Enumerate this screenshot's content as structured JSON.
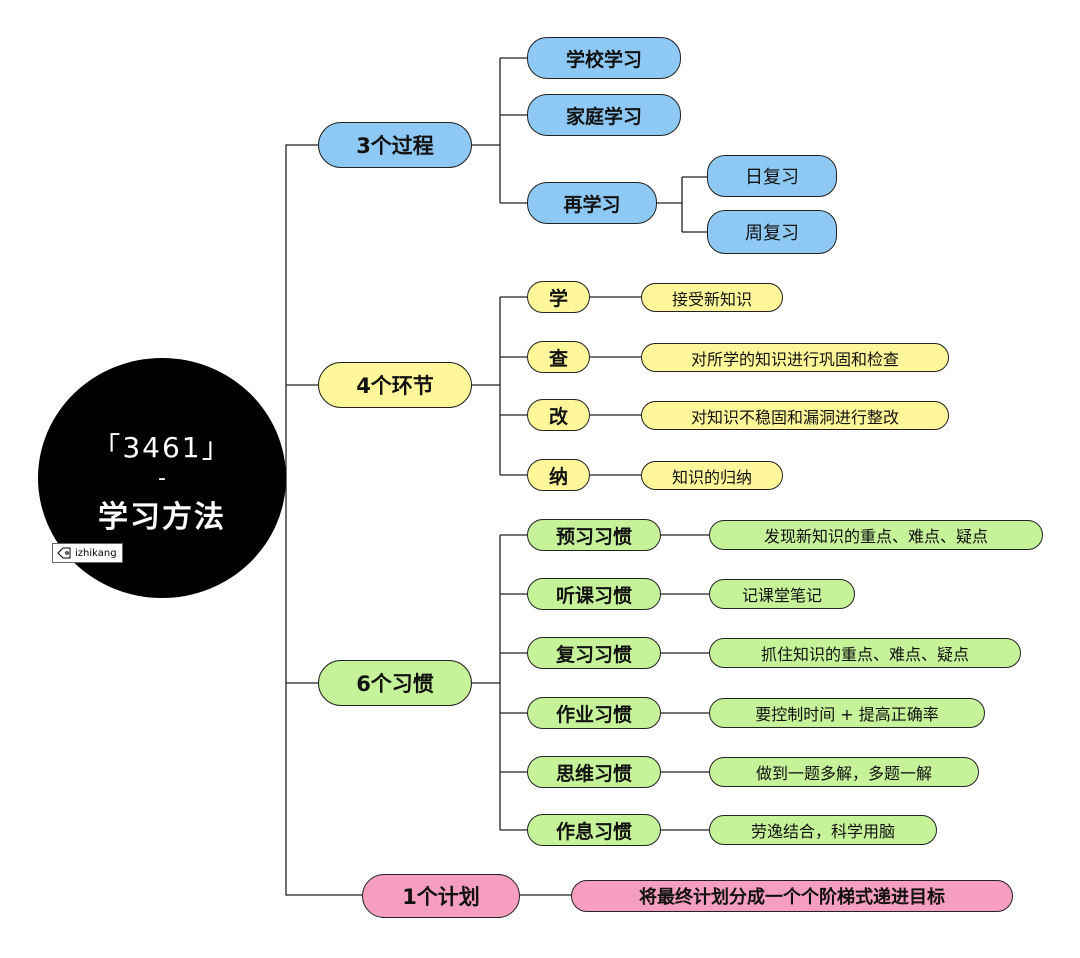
{
  "root": {
    "line1": "「3461」",
    "line2": "-",
    "line3": "学习方法",
    "tag": "izhikang"
  },
  "process": {
    "label": "3个过程",
    "school": "学校学习",
    "home": "家庭学习",
    "relearn": {
      "label": "再学习",
      "daily": "日复习",
      "weekly": "周复习"
    }
  },
  "steps": {
    "label": "4个环节",
    "items": [
      {
        "key": "学",
        "desc": "接受新知识"
      },
      {
        "key": "查",
        "desc": "对所学的知识进行巩固和检查"
      },
      {
        "key": "改",
        "desc": "对知识不稳固和漏洞进行整改"
      },
      {
        "key": "纳",
        "desc": "知识的归纳"
      }
    ]
  },
  "habits": {
    "label": "6个习惯",
    "items": [
      {
        "key": "预习习惯",
        "desc": "发现新知识的重点、难点、疑点"
      },
      {
        "key": "听课习惯",
        "desc": "记课堂笔记"
      },
      {
        "key": "复习习惯",
        "desc": "抓住知识的重点、难点、疑点"
      },
      {
        "key": "作业习惯",
        "desc": "要控制时间 + 提高正确率"
      },
      {
        "key": "思维习惯",
        "desc": "做到一题多解，多题一解"
      },
      {
        "key": "作息习惯",
        "desc": "劳逸结合，科学用脑"
      }
    ]
  },
  "plan": {
    "label": "1个计划",
    "desc": "将最终计划分成一个个阶梯式递进目标"
  },
  "colors": {
    "blue": "#8ec8f4",
    "yellow": "#fff79a",
    "green": "#c6f29a",
    "pink": "#f59ec0",
    "root": "#000000"
  }
}
